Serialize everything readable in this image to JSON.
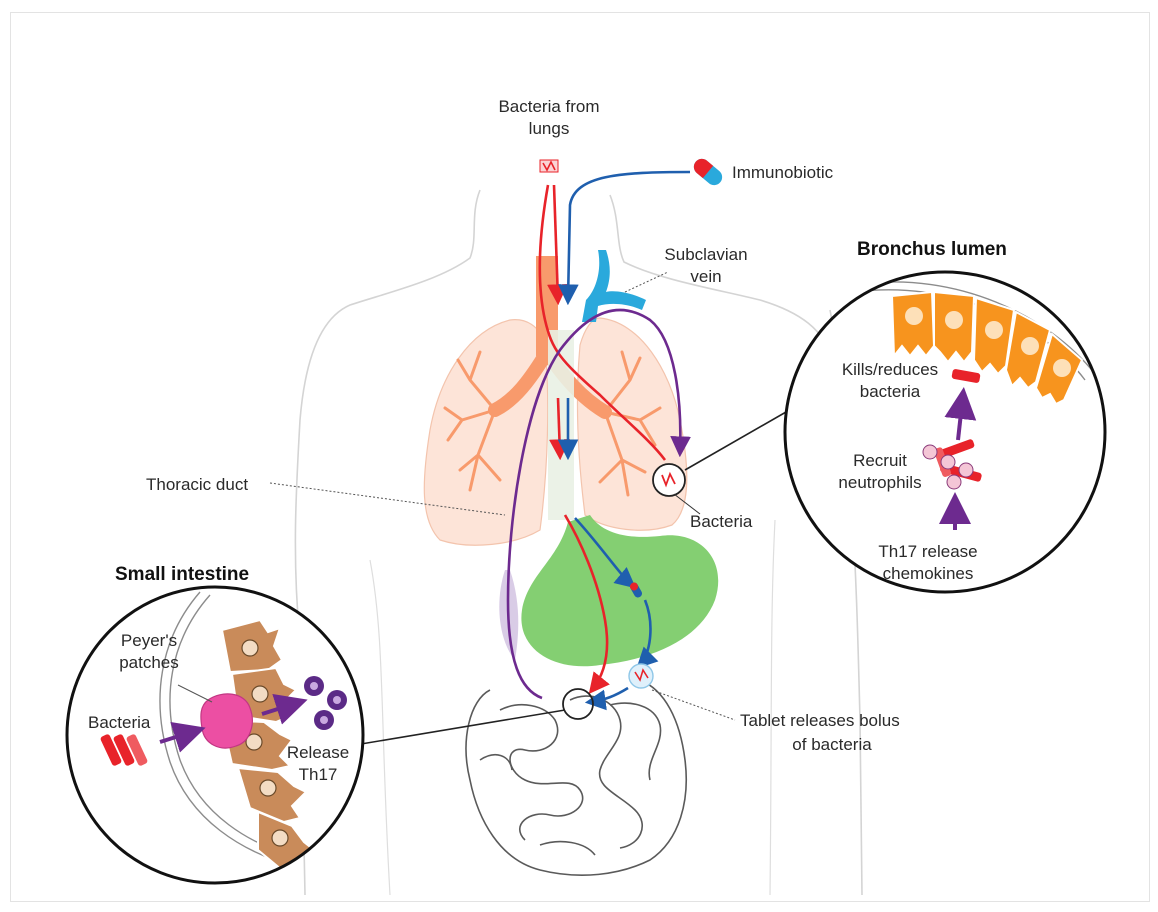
{
  "labels": {
    "bacteria_from_lungs": [
      "Bacteria from",
      "lungs"
    ],
    "immunobiotic": "Immunobiotic",
    "subclavian_vein": [
      "Subclavian",
      "vein"
    ],
    "thoracic_duct": "Thoracic duct",
    "bacteria_lung": "Bacteria",
    "tablet_releases": [
      "Tablet releases bolus",
      "of bacteria"
    ]
  },
  "bronchus_inset": {
    "title": "Bronchus lumen",
    "kills": [
      "Kills/reduces",
      "bacteria"
    ],
    "recruit": [
      "Recruit",
      "neutrophils"
    ],
    "th17": [
      "Th17 release",
      "chemokines"
    ]
  },
  "intestine_inset": {
    "title": "Small intestine",
    "peyers": [
      "Peyer's",
      "patches"
    ],
    "bacteria": "Bacteria",
    "release": [
      "Release",
      "Th17"
    ]
  },
  "colors": {
    "bacteria_red": "#e8232a",
    "immunobiotic_blue": "#1f5fae",
    "lymph_purple": "#6d2a8f",
    "lung_orange": "#f7a37c",
    "stomach_green": "#7dcc6a",
    "vein_cyan": "#2aa9dc",
    "cell_orange": "#f7941e",
    "cell_brown": "#c98b5a",
    "peyer_pink": "#ec4fa3",
    "th17_purple": "#5b2a86"
  }
}
